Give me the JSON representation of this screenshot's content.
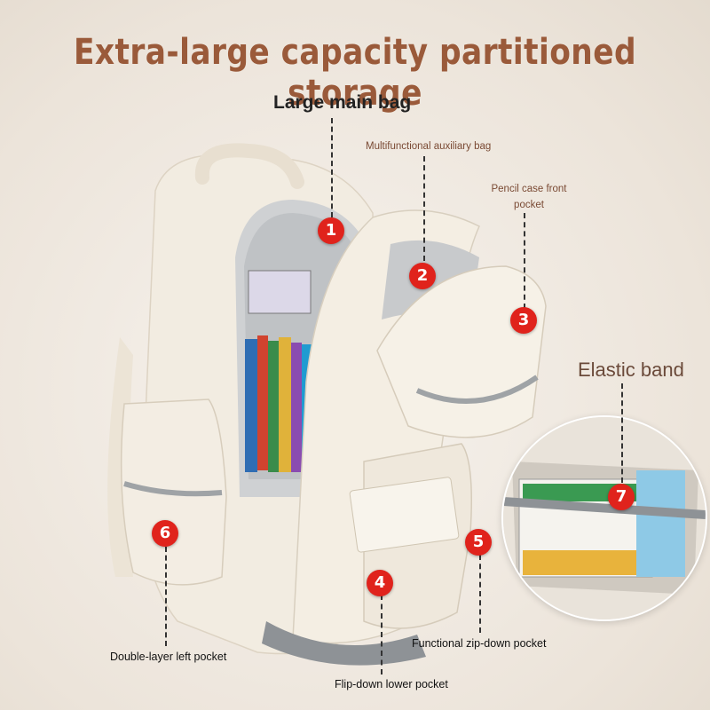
{
  "title": "Extra-large capacity partitioned storage",
  "labels": {
    "main_bag": "Large main bag",
    "auxiliary_bag": "Multifunctional auxiliary bag",
    "pencil_case": "Pencil case front pocket",
    "elastic_band": "Elastic band",
    "left_pocket": "Double-layer left pocket",
    "zip_pocket": "Functional zip-down pocket",
    "lower_pocket": "Flip-down lower pocket"
  },
  "markers": [
    "1",
    "2",
    "3",
    "4",
    "5",
    "6",
    "7"
  ],
  "colors": {
    "title": "#9a5a3a",
    "marker": "#e0231c",
    "backpack": "#f3ede2",
    "background": "#f1ebe4"
  }
}
